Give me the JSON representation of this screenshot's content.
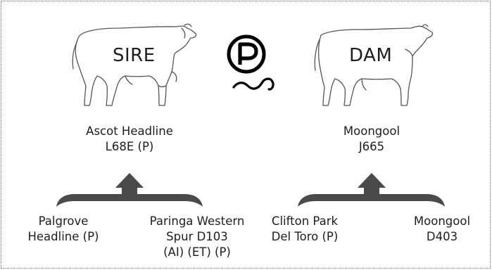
{
  "sire": {
    "label": "SIRE",
    "name_line1": "Ascot Headline",
    "name_line2": "L68E (P)",
    "parents": [
      {
        "lines": [
          "Palgrove",
          "Headline (P)"
        ]
      },
      {
        "lines": [
          "Paringa Western",
          "Spur D103",
          "(AI) (ET) (P)"
        ]
      }
    ]
  },
  "dam": {
    "label": "DAM",
    "name_line1": "Moongool",
    "name_line2": "J665",
    "parents": [
      {
        "lines": [
          "Clifton Park",
          "Del Toro (P)"
        ]
      },
      {
        "lines": [
          "Moongool",
          "D403"
        ]
      }
    ]
  },
  "icons": {
    "polled": "polled-p-icon",
    "sire_animal": "bull-outline-icon",
    "dam_animal": "cow-outline-icon",
    "bracket": "merge-arrow-icon"
  },
  "colors": {
    "text": "#1e1e1e",
    "bracket": "#4a4a4a",
    "outline": "#555555",
    "frame": "#6b6b6b"
  }
}
